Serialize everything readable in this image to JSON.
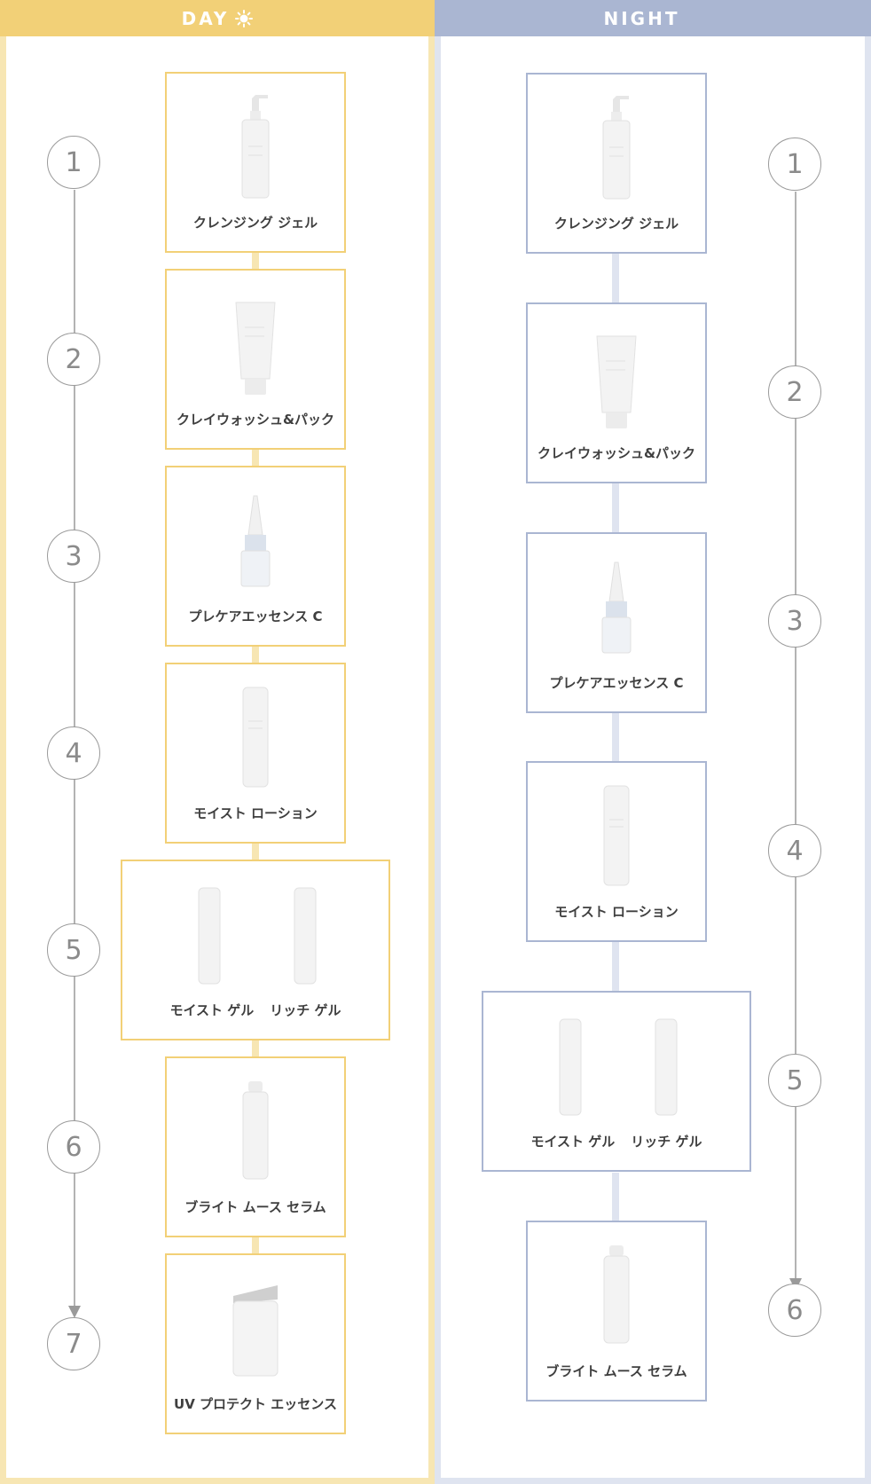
{
  "colors": {
    "day": "#f2d077",
    "night": "#aab6d2",
    "step_border": "#9a9a9a"
  },
  "day": {
    "title": "DAY",
    "icon": "sun-icon",
    "steps": [
      "1",
      "2",
      "3",
      "4",
      "5",
      "6",
      "7"
    ],
    "cards": [
      {
        "label": "クレンジング ジェル",
        "product": "pump-bottle"
      },
      {
        "label": "クレイウォッシュ&パック",
        "product": "tube"
      },
      {
        "label": "プレケアエッセンス C",
        "product": "nozzle-bottle"
      },
      {
        "label": "モイスト ローション",
        "product": "tall-bottle"
      },
      {
        "labels": [
          "モイスト ゲル",
          "リッチ ゲル"
        ],
        "product": "two-bottles"
      },
      {
        "label": "ブライト ムース セラム",
        "product": "mousse-can"
      },
      {
        "label": "UV プロテクト エッセンス",
        "product": "uv-bottle"
      }
    ]
  },
  "night": {
    "title": "NIGHT",
    "icon": "moon-icon",
    "steps": [
      "1",
      "2",
      "3",
      "4",
      "5",
      "6"
    ],
    "cards": [
      {
        "label": "クレンジング ジェル",
        "product": "pump-bottle"
      },
      {
        "label": "クレイウォッシュ&パック",
        "product": "tube"
      },
      {
        "label": "プレケアエッセンス C",
        "product": "nozzle-bottle"
      },
      {
        "label": "モイスト ローション",
        "product": "tall-bottle"
      },
      {
        "labels": [
          "モイスト ゲル",
          "リッチ ゲル"
        ],
        "product": "two-bottles"
      },
      {
        "label": "ブライト ムース セラム",
        "product": "mousse-can"
      }
    ]
  }
}
